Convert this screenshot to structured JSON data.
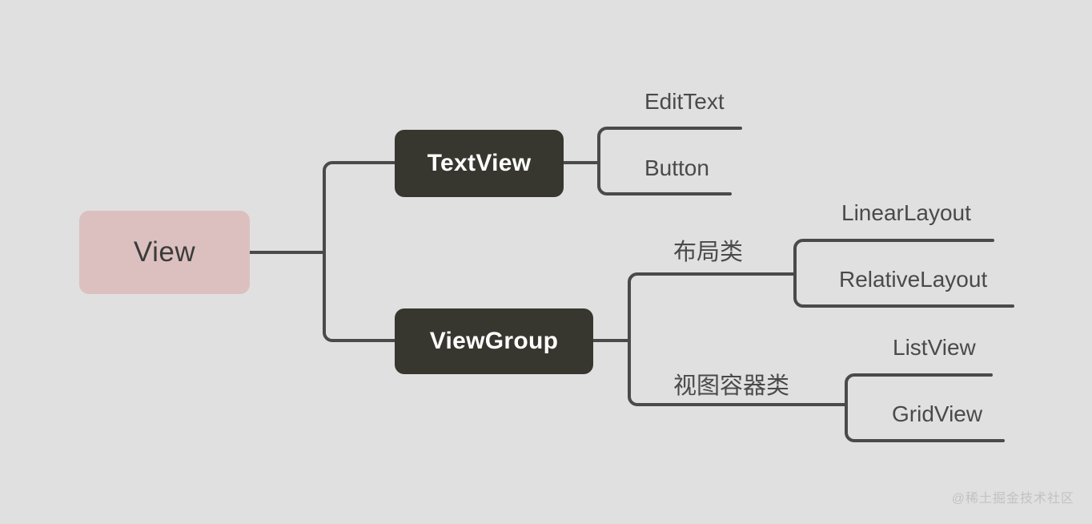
{
  "diagram": {
    "title": "Android View hierarchy mind map",
    "background_color": "#e0e0e0",
    "line_color": "#4a4a4a",
    "root": {
      "label": "View",
      "fill": "#dcc0bf",
      "text_color": "#3b3b3b"
    },
    "branches": [
      {
        "node": {
          "label": "TextView",
          "fill": "#37372f",
          "text_color": "#ffffff"
        },
        "edge_label": "",
        "leaves": [
          "EditText",
          "Button"
        ]
      },
      {
        "node": {
          "label": "ViewGroup",
          "fill": "#37372f",
          "text_color": "#ffffff"
        },
        "sub_branches": [
          {
            "edge_label": "布局类",
            "leaves": [
              "LinearLayout",
              "RelativeLayout"
            ]
          },
          {
            "edge_label": "视图容器类",
            "leaves": [
              "ListView",
              "GridView"
            ]
          }
        ]
      }
    ],
    "labels": {
      "root": "View",
      "textview": "TextView",
      "viewgroup": "ViewGroup",
      "edittext": "EditText",
      "button": "Button",
      "layout_group": "布局类",
      "linearlayout": "LinearLayout",
      "relativelayout": "RelativeLayout",
      "container_group": "视图容器类",
      "listview": "ListView",
      "gridview": "GridView"
    },
    "watermark": "@稀土掘金技术社区"
  }
}
